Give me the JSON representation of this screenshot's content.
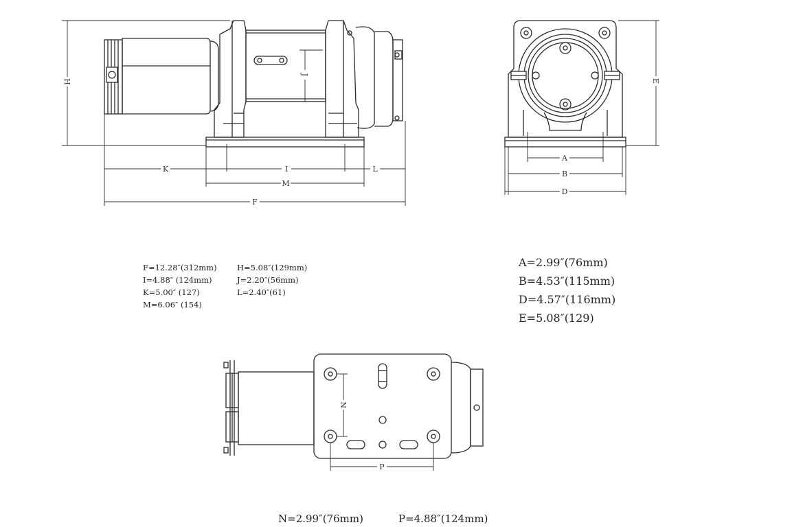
{
  "side_view": {
    "dim_labels": {
      "H": "H",
      "J": "J",
      "K": "K",
      "I": "I",
      "L": "L",
      "M": "M",
      "F": "F"
    }
  },
  "end_view": {
    "dim_labels": {
      "A": "A",
      "B": "B",
      "D": "D",
      "E": "E"
    }
  },
  "bottom_view": {
    "dim_labels": {
      "N": "N",
      "P": "P"
    }
  },
  "specs_left_col1": [
    "F=12.28″(312mm)",
    "I=4.88″ (124mm)",
    "K=5.00″ (127)",
    "M=6.06″ (154)"
  ],
  "specs_left_col2": [
    "H=5.08″(129mm)",
    "J=2.20″(56mm)",
    "L=2.40″(61)"
  ],
  "specs_right": [
    "A=2.99″(76mm)",
    "B=4.53″(115mm)",
    "D=4.57″(116mm)",
    "E=5.08″(129)"
  ],
  "specs_bottom": [
    "N=2.99″(76mm)",
    "P=4.88″(124mm)"
  ],
  "colors": {
    "line": "#2a2a2a",
    "fill": "#ffffff",
    "text": "#333333"
  }
}
